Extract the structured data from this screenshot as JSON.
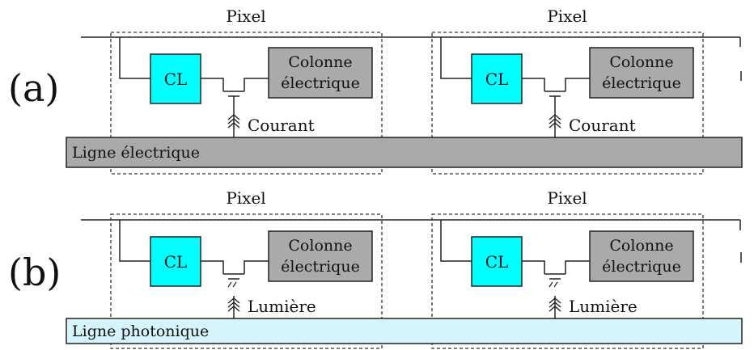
{
  "panels": [
    {
      "label": "(a)",
      "line_label": "Ligne électrique",
      "line_color": "#a9a9a9",
      "source_label": "Courant",
      "pixels": [
        {
          "title": "Pixel",
          "cl_label": "CL",
          "column_line1": "Colonne",
          "column_line2": "électrique"
        },
        {
          "title": "Pixel",
          "cl_label": "CL",
          "column_line1": "Colonne",
          "column_line2": "électrique"
        }
      ]
    },
    {
      "label": "(b)",
      "line_label": "Ligne photonique",
      "line_color": "#d6f4fb",
      "source_label": "Lumière",
      "pixels": [
        {
          "title": "Pixel",
          "cl_label": "CL",
          "column_line1": "Colonne",
          "column_line2": "électrique"
        },
        {
          "title": "Pixel",
          "cl_label": "CL",
          "column_line1": "Colonne",
          "column_line2": "électrique"
        }
      ]
    }
  ],
  "colors": {
    "cl_box": "#00ffff",
    "column_box": "#aaaaaa",
    "stroke": "#222222"
  }
}
